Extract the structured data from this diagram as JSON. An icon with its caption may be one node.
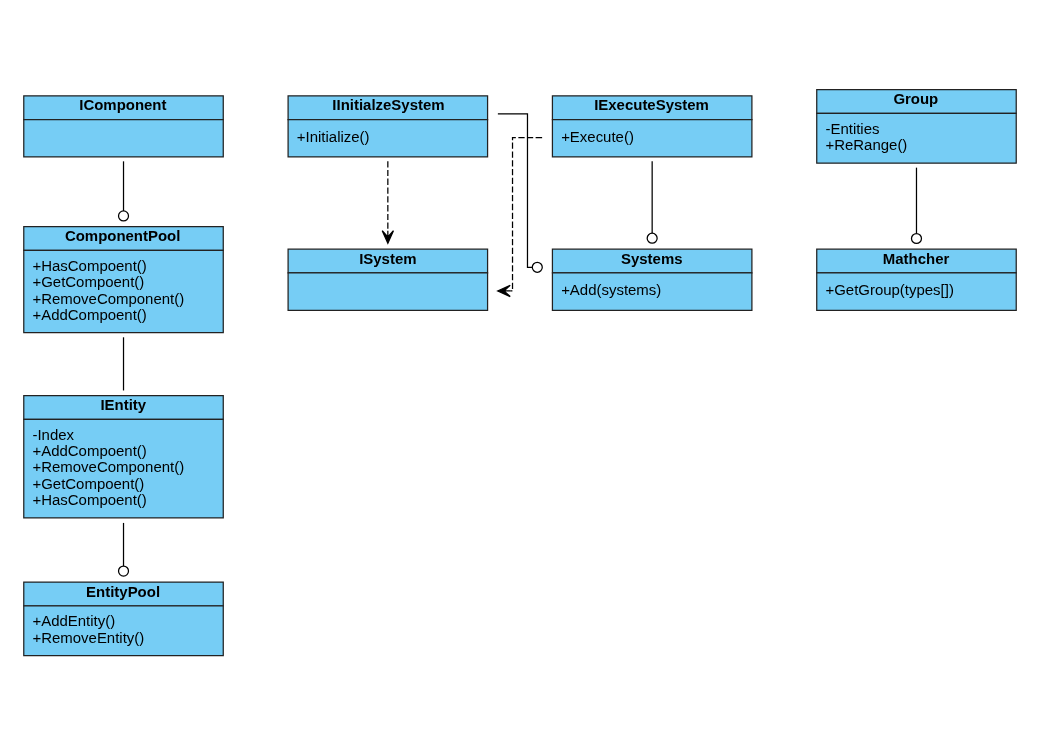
{
  "diagram": {
    "nodes": [
      {
        "text": [
          "IComponent"
        ]
      },
      {
        "text": [
          "ISystem"
        ]
      },
      {
        "text": [
          "ComponentPool",
          "+HasCompoent()",
          "+GetCompoent()",
          "+RemoveComponent()",
          "+AddCompoent()"
        ]
      },
      {
        "text": [
          "Group",
          "-Entities",
          "+ReRange()"
        ]
      },
      {
        "text": [
          "IInitialzeSystem",
          "+Initialize()"
        ]
      },
      {
        "text": [
          "IExecuteSystem",
          "+Execute()"
        ]
      },
      {
        "text": [
          "IEntity",
          "-Index",
          "+AddCompoent()",
          "+RemoveComponent()",
          "+GetCompoent()",
          "+HasCompoent()"
        ]
      },
      {
        "text": [
          "Systems",
          "+Add(systems)"
        ]
      },
      {
        "text": [
          "EntityPool",
          "+AddEntity()",
          "+RemoveEntity()"
        ]
      },
      {
        "text": [
          "Mathcher",
          "+GetGroup(types[])"
        ]
      }
    ],
    "edges": [
      {
        "from": 0,
        "to": 2,
        "arrow": "other"
      },
      {
        "from": 4,
        "to": 1,
        "arrow": "to",
        "style": "dashed"
      },
      {
        "from": 5,
        "to": 1,
        "arrow": "to",
        "style": "dashed"
      },
      {
        "from": 2,
        "to": 6,
        "arrow": "none"
      },
      {
        "from": 4,
        "to": 7,
        "arrow": "other"
      },
      {
        "from": 5,
        "to": 7,
        "arrow": "other"
      },
      {
        "from": 6,
        "to": 8,
        "arrow": "other"
      },
      {
        "from": 3,
        "to": 9,
        "arrow": "other"
      }
    ]
  }
}
